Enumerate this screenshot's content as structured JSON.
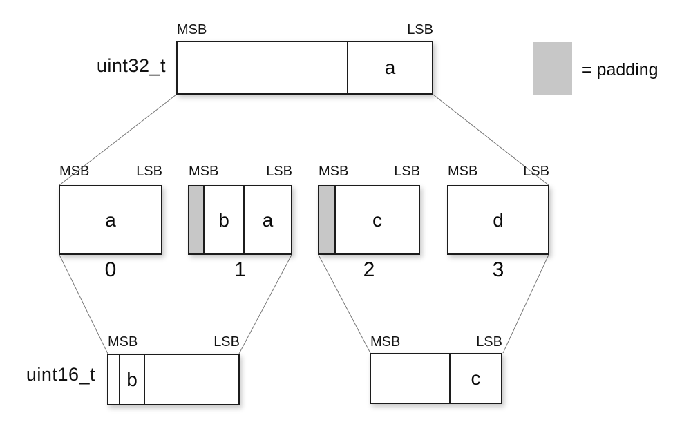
{
  "labels": {
    "msb": "MSB",
    "lsb": "LSB"
  },
  "legend": {
    "text": "= padding",
    "swatch_color": "#c7c7c7"
  },
  "uint32": {
    "type": "uint32_t",
    "field_a": "a"
  },
  "bytes": [
    {
      "index": "0",
      "field_a": "a"
    },
    {
      "index": "1",
      "field_b": "b",
      "field_a": "a"
    },
    {
      "index": "2",
      "field_c": "c"
    },
    {
      "index": "3",
      "field_d": "d"
    }
  ],
  "uint16_left": {
    "type": "uint16_t",
    "field_b": "b"
  },
  "uint16_right": {
    "field_c": "c"
  },
  "colors": {
    "padding": "#c7c7c7",
    "border": "#1c1c1c",
    "connector": "#777777"
  }
}
